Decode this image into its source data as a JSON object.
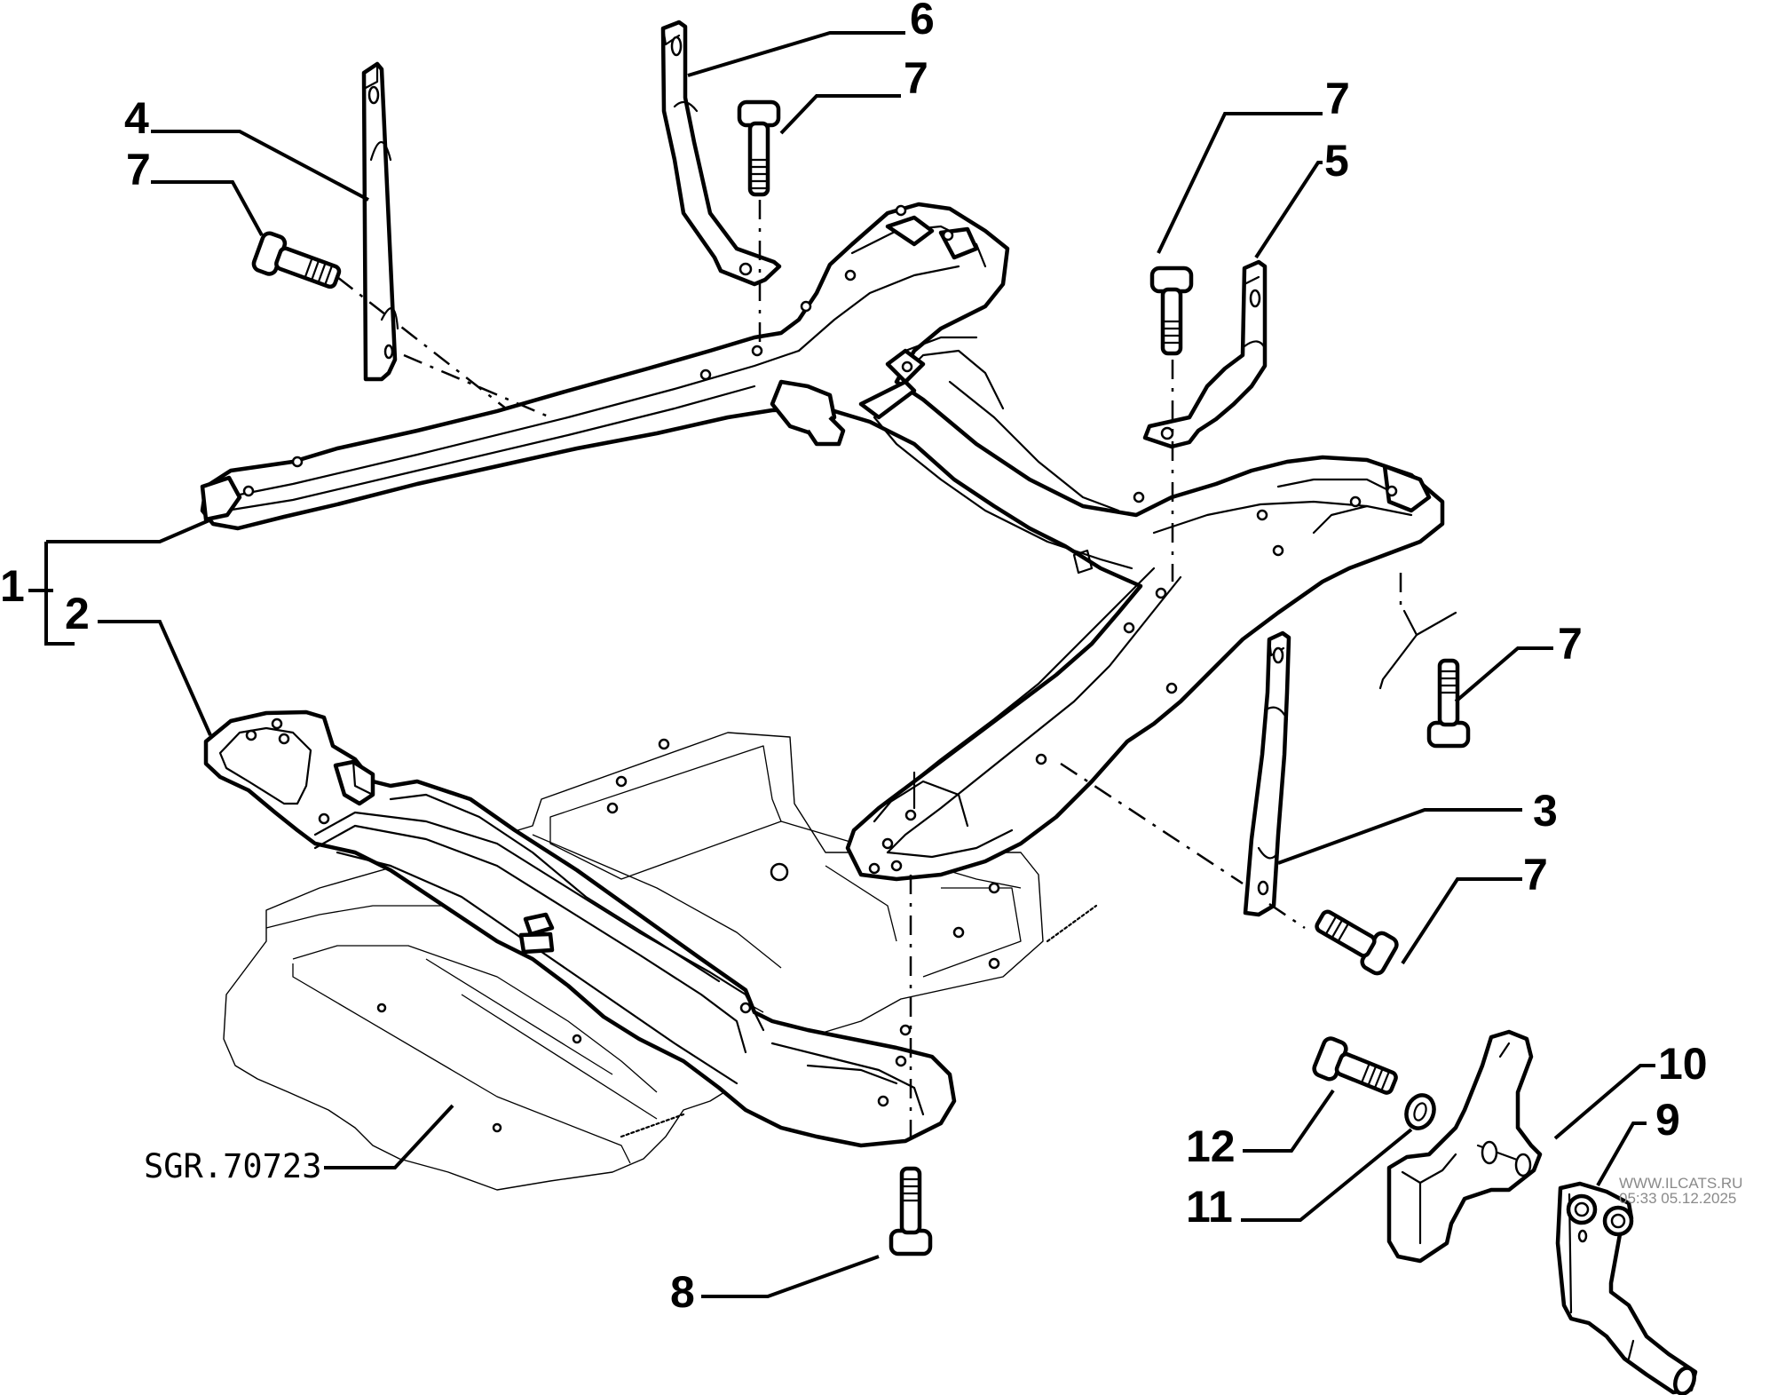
{
  "diagram": {
    "title": "Front subframe / crossmember exploded parts view",
    "reference_code": "SGR.70723",
    "callouts": [
      {
        "id": "c1",
        "label": "1",
        "part": "subframe assembly (bracket group 1-2)"
      },
      {
        "id": "c2",
        "label": "2",
        "part": "front crossmember"
      },
      {
        "id": "c3",
        "label": "3",
        "part": "support strap right rear"
      },
      {
        "id": "c4",
        "label": "4",
        "part": "support strap left"
      },
      {
        "id": "c5",
        "label": "5",
        "part": "support bracket right"
      },
      {
        "id": "c6",
        "label": "6",
        "part": "support bracket left"
      },
      {
        "id": "c7a",
        "label": "7",
        "part": "flange bolt (strap 6)"
      },
      {
        "id": "c7b",
        "label": "7",
        "part": "flange bolt (strap 4)"
      },
      {
        "id": "c7c",
        "label": "7",
        "part": "flange bolt (bracket 5)"
      },
      {
        "id": "c7d",
        "label": "7",
        "part": "flange bolt (subframe rear right)"
      },
      {
        "id": "c7e",
        "label": "7",
        "part": "flange bolt (strap 3)"
      },
      {
        "id": "c8",
        "label": "8",
        "part": "bolt (crossmember)"
      },
      {
        "id": "c9",
        "label": "9",
        "part": "lever bracket"
      },
      {
        "id": "c10",
        "label": "10",
        "part": "mounting bracket"
      },
      {
        "id": "c11",
        "label": "11",
        "part": "washer"
      },
      {
        "id": "c12",
        "label": "12",
        "part": "bolt"
      }
    ],
    "watermark": {
      "line1": "WWW.ILCATS.RU",
      "line2": "05:33 05.12.2025"
    },
    "colors": {
      "ink": "#000000",
      "paper": "#ffffff",
      "watermark": "#8a8a8a"
    }
  }
}
